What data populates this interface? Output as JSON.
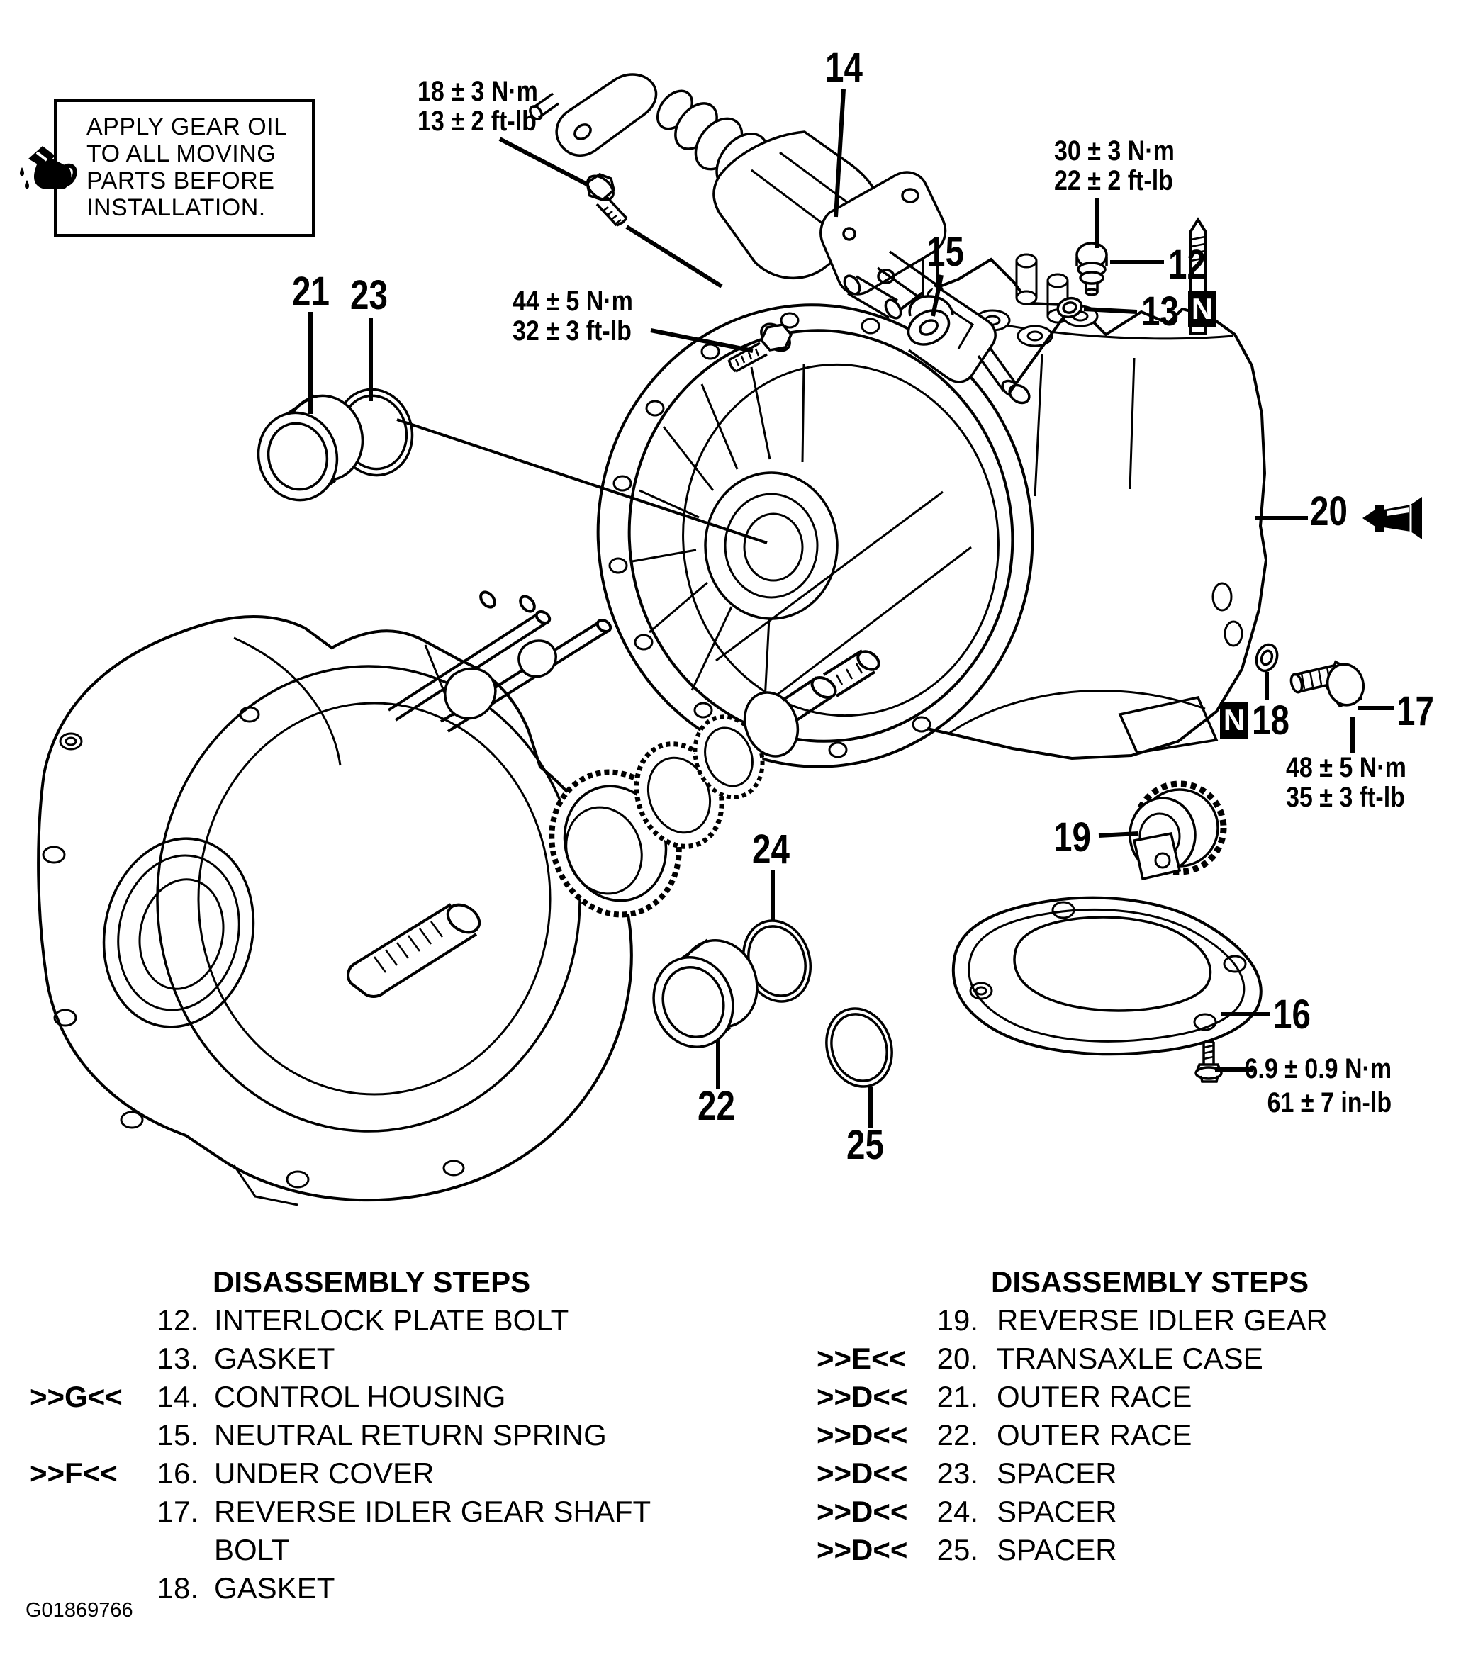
{
  "note": {
    "lines": [
      "APPLY GEAR OIL",
      "TO ALL MOVING",
      "PARTS BEFORE",
      "INSTALLATION."
    ]
  },
  "markers": {
    "n": "N"
  },
  "callouts": {
    "c12": "12",
    "c13": "13",
    "c14": "14",
    "c15": "15",
    "c16": "16",
    "c17": "17",
    "c18": "18",
    "c19": "19",
    "c20": "20",
    "c21": "21",
    "c22": "22",
    "c23": "23",
    "c24": "24",
    "c25": "25"
  },
  "torques": [
    {
      "line1": "18 ± 3 N·m",
      "line2": "13 ± 2 ft-lb"
    },
    {
      "line1": "44 ± 5 N·m",
      "line2": "32 ± 3 ft-lb"
    },
    {
      "line1": "30 ± 3 N·m",
      "line2": "22 ± 2 ft-lb"
    },
    {
      "line1": "48 ± 5 N·m",
      "line2": "35 ± 3 ft-lb"
    },
    {
      "line1": "6.9 ± 0.9 N·m",
      "line2": "61 ± 7 in-lb"
    }
  ],
  "left_list": {
    "header": "DISASSEMBLY STEPS",
    "items": [
      {
        "prefix": "",
        "number": "12.",
        "text": "INTERLOCK PLATE BOLT"
      },
      {
        "prefix": "",
        "number": "13.",
        "text": "GASKET"
      },
      {
        "prefix": ">>G<<",
        "number": "14.",
        "text": "CONTROL HOUSING"
      },
      {
        "prefix": "",
        "number": "15.",
        "text": "NEUTRAL RETURN SPRING"
      },
      {
        "prefix": ">>F<<",
        "number": "16.",
        "text": "UNDER COVER"
      },
      {
        "prefix": "",
        "number": "17.",
        "text": "REVERSE IDLER GEAR SHAFT"
      },
      {
        "prefix": "",
        "number": "",
        "text": "BOLT"
      },
      {
        "prefix": "",
        "number": "18.",
        "text": "GASKET"
      }
    ]
  },
  "right_list": {
    "header": "DISASSEMBLY STEPS",
    "items": [
      {
        "prefix": "",
        "number": "19.",
        "text": "REVERSE IDLER GEAR"
      },
      {
        "prefix": ">>E<<",
        "number": "20.",
        "text": "TRANSAXLE CASE"
      },
      {
        "prefix": ">>D<<",
        "number": "21.",
        "text": "OUTER RACE"
      },
      {
        "prefix": ">>D<<",
        "number": "22.",
        "text": "OUTER RACE"
      },
      {
        "prefix": ">>D<<",
        "number": "23.",
        "text": "SPACER"
      },
      {
        "prefix": ">>D<<",
        "number": "24.",
        "text": "SPACER"
      },
      {
        "prefix": ">>D<<",
        "number": "25.",
        "text": "SPACER"
      }
    ]
  },
  "footer": {
    "figure_id": "G01869766"
  },
  "colors": {
    "ink": "#000000",
    "paper": "#ffffff"
  }
}
